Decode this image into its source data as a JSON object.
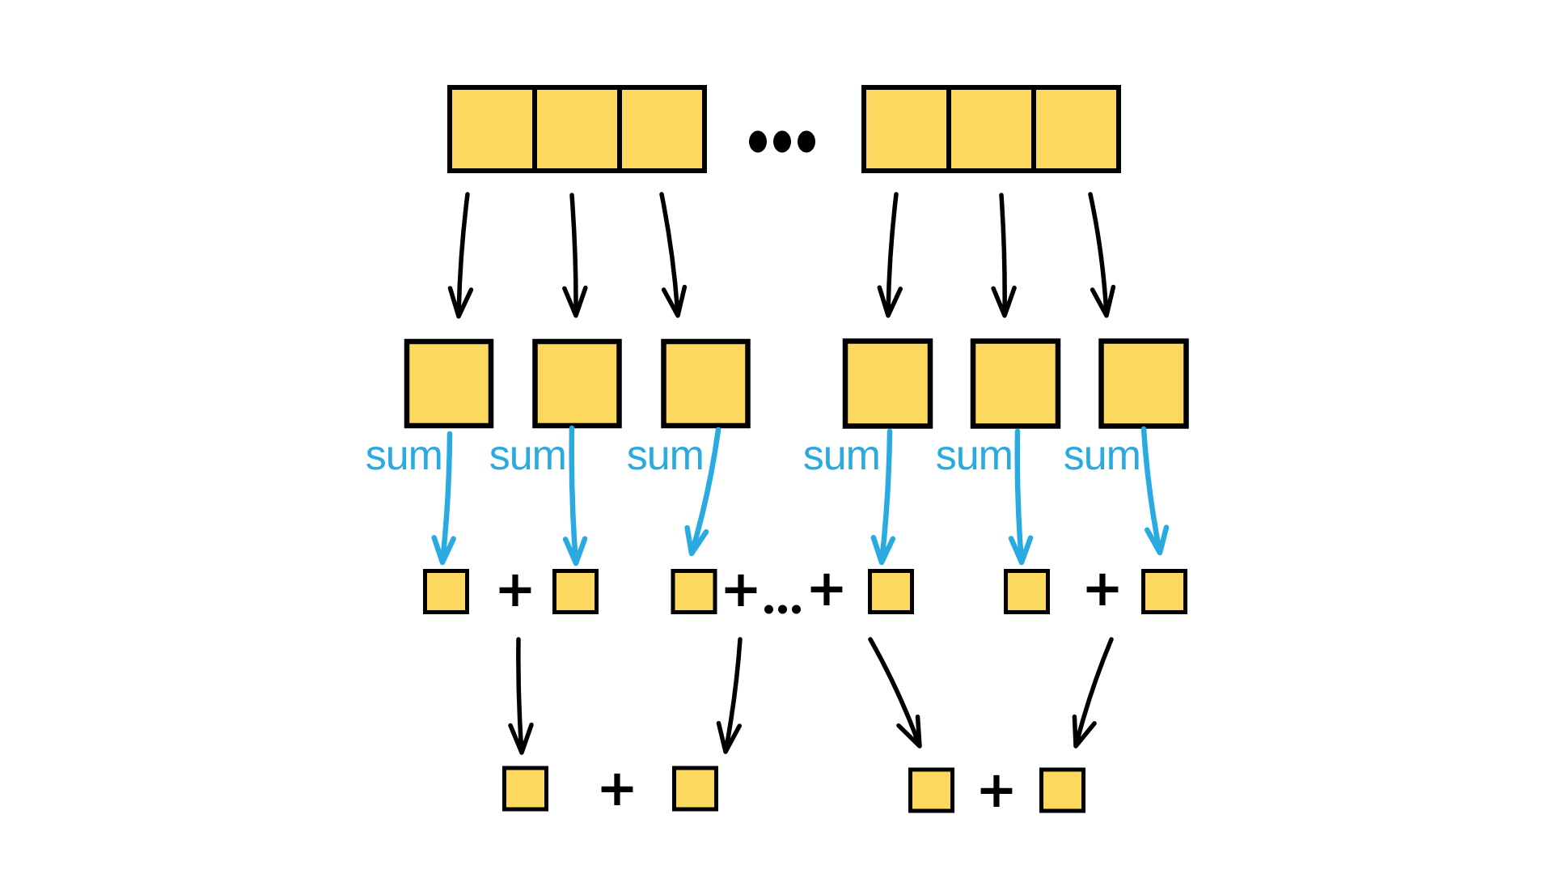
{
  "colors": {
    "background": "#ffffff",
    "cell_fill": "#FDD85E",
    "cell_border": "#000000",
    "black_arrow": "#000000",
    "cyan_accent": "#29ABE2"
  },
  "text": {
    "sum": "sum",
    "plus": "+",
    "ellipsis": "...",
    "ellipsis_small": "..."
  },
  "structure": {
    "top_left_block_cells": 3,
    "top_right_block_cells": 3,
    "middle_squares": 6,
    "sum_labels": 6,
    "partial_sum_squares": 6,
    "row3_plus_signs": 4,
    "result_squares": 4,
    "bottom_plus_signs": 2
  }
}
